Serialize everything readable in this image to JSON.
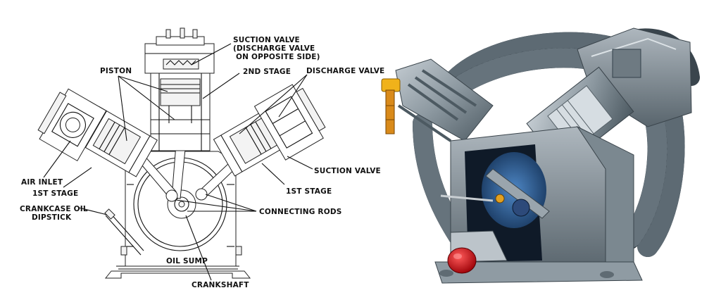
{
  "labels": {
    "suction_valve_top_1": "SUCTION VALVE",
    "suction_valve_top_2": "(DISCHARGE VALVE",
    "suction_valve_top_3": "ON OPPOSITE SIDE)",
    "piston": "PISTON",
    "second_stage": "2ND STAGE",
    "discharge_valve": "DISCHARGE VALVE",
    "air_inlet": "AIR INLET",
    "first_stage_left": "1ST STAGE",
    "suction_valve_right": "SUCTION VALVE",
    "first_stage_right": "1ST STAGE",
    "crankcase_oil_1": "CRANKCASE OIL",
    "crankcase_oil_2": "DIPSTICK",
    "connecting_rods": "CONNECTING RODS",
    "oil_sump": "OIL SUMP",
    "crankshaft": "CRANKSHAFT"
  },
  "colors": {
    "line": "#111111",
    "metal": "#8c98a0",
    "metal_dark": "#4d5a62",
    "hose": "#3f4a52",
    "valve_yellow": "#e8a413",
    "knob_red": "#d8141a",
    "interior_blue": "#2a5d95"
  }
}
